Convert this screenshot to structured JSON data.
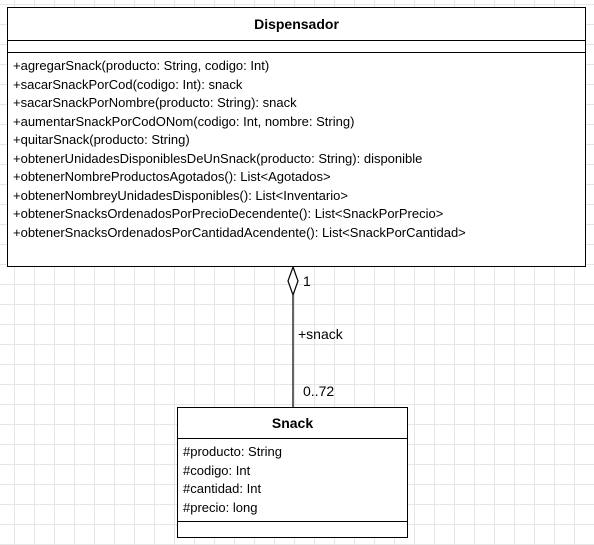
{
  "dispensador": {
    "name": "Dispensador",
    "attributes": [],
    "methods": [
      "+agregarSnack(producto: String, codigo: Int)",
      "+sacarSnackPorCod(codigo: Int): snack",
      "+sacarSnackPorNombre(producto: String): snack",
      "+aumentarSnackPorCodONom(codigo: Int, nombre: String)",
      "+quitarSnack(producto: String)",
      "+obtenerUnidadesDisponiblesDeUnSnack(producto: String): disponible",
      "+obtenerNombreProductosAgotados(): List<Agotados>",
      "+obtenerNombreyUnidadesDisponibles(): List<Inventario>",
      "+obtenerSnacksOrdenadosPorPrecioDecendente(): List<SnackPorPrecio>",
      "+obtenerSnacksOrdenadosPorCantidadAcendente(): List<SnackPorCantidad>"
    ]
  },
  "snack": {
    "name": "Snack",
    "attributes": [
      "#producto: String",
      "#codigo: Int",
      "#cantidad: Int",
      "#precio: long"
    ],
    "methods": []
  },
  "association": {
    "type": "aggregation",
    "source_multiplicity": "1",
    "role": "+snack",
    "target_multiplicity": "0..72"
  }
}
